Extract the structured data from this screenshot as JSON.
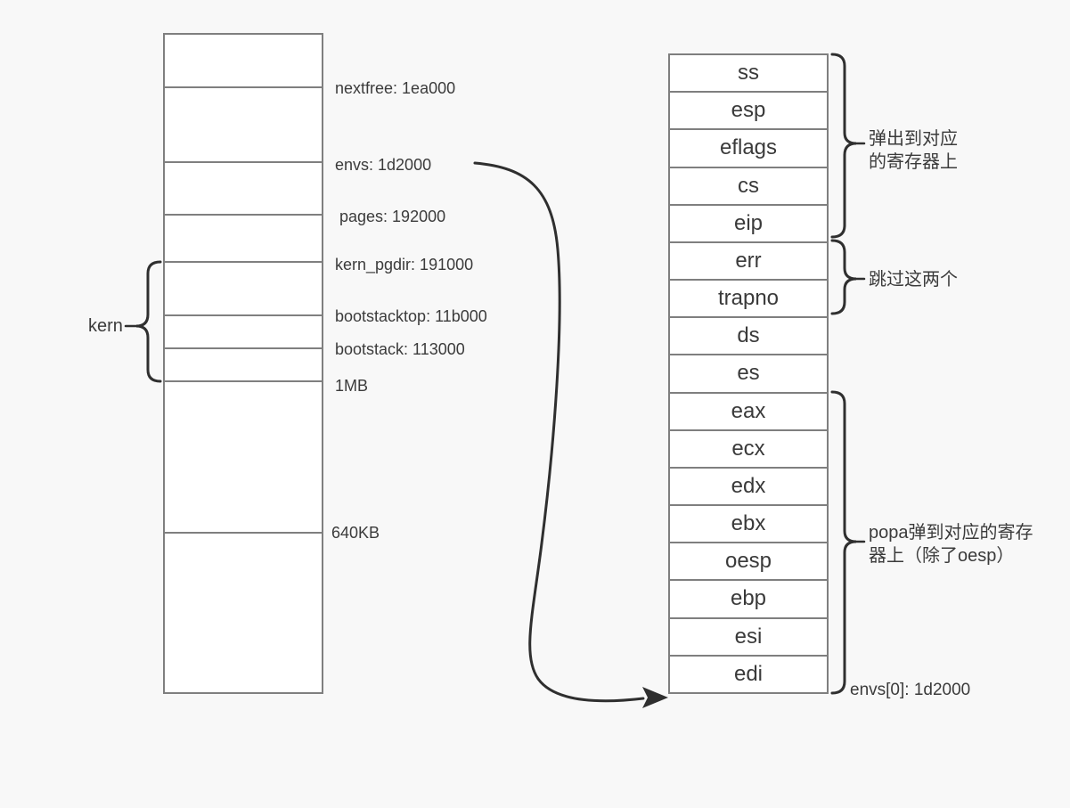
{
  "canvas": {
    "background": "#f8f8f8",
    "box_fill": "#ffffff",
    "box_border_color": "#7f7f7f",
    "ink_color": "#2f2f2f",
    "text_color": "#3b3b3b"
  },
  "memory_column": {
    "brace_label": "kern",
    "labels": [
      "nextfree: 1ea000",
      "envs: 1d2000",
      "pages: 192000",
      "kern_pgdir: 191000",
      "bootstacktop: 11b000",
      "bootstack: 113000",
      "1MB",
      "640KB"
    ]
  },
  "stack": {
    "cells": [
      "ss",
      "esp",
      "eflags",
      "cs",
      "eip",
      "err",
      "trapno",
      "ds",
      "es",
      "eax",
      "ecx",
      "edx",
      "ebx",
      "oesp",
      "ebp",
      "esi",
      "edi"
    ]
  },
  "annotations": {
    "iret_pop": "弹出到对应\n的寄存器上",
    "skip_two": "跳过这两个",
    "popa": "popa弹到对应的寄存\n器上（除了oesp）",
    "envs0": "envs[0]: 1d2000"
  }
}
